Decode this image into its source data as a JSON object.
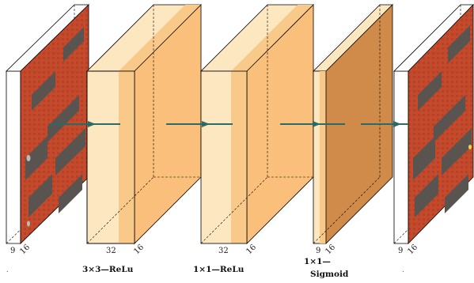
{
  "input_block": {
    "dims": [
      "9",
      "16"
    ],
    "caption": "."
  },
  "conv1": {
    "dims": [
      "32",
      "16"
    ],
    "caption": "3×3—ReLu"
  },
  "conv2": {
    "dims": [
      "32",
      "16"
    ],
    "caption": "1×1—ReLu"
  },
  "conv3": {
    "dims": [
      "9",
      "16"
    ],
    "caption_line1": "1×1—",
    "caption_line2": "Sigmoid"
  },
  "output_block": {
    "dims": [
      "9",
      "16"
    ],
    "caption": "."
  },
  "colors": {
    "block_light": "#fde7c0",
    "block_mid": "#f9c98a",
    "block_side": "#fbbf7c",
    "sigmoid_front": "#d08a4a",
    "map_red": "#c44a2c",
    "map_dark": "#5a5450",
    "arrow": "#2c6a66"
  }
}
